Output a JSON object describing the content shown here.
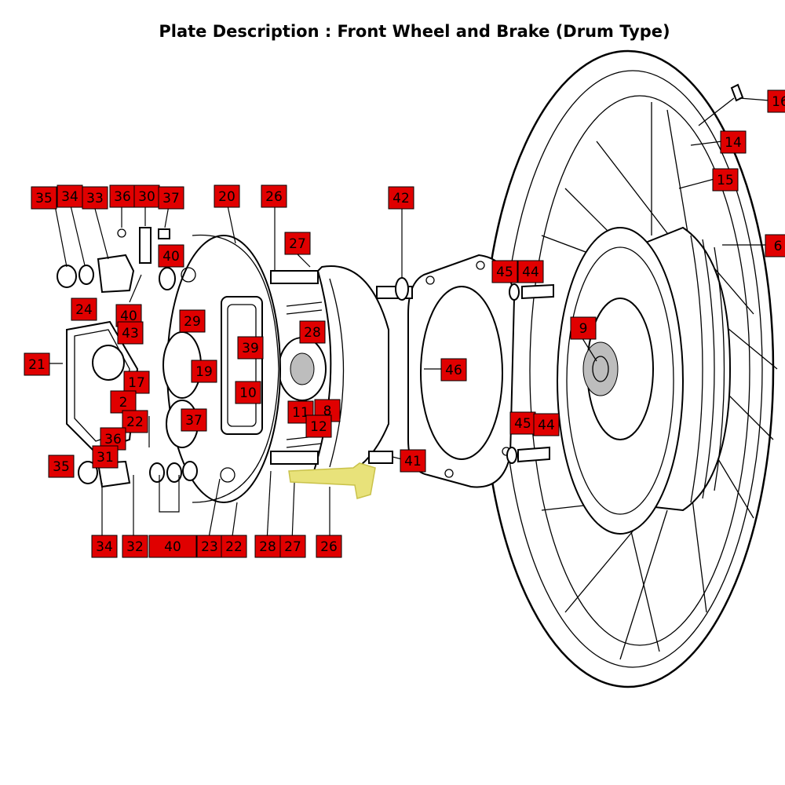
{
  "title": "Plate Description : Front Wheel and Brake (Drum Type)",
  "highlight_color": "#e8e27a",
  "callout_color": "#e00000",
  "callouts": [
    "35",
    "34",
    "33",
    "36",
    "30",
    "37",
    "40",
    "24",
    "40",
    "43",
    "29",
    "21",
    "17",
    "2",
    "22",
    "36",
    "31",
    "35",
    "34",
    "32",
    "40",
    "23",
    "22",
    "20",
    "26",
    "27",
    "28",
    "39",
    "19",
    "10",
    "37",
    "11",
    "8",
    "12",
    "28",
    "27",
    "26",
    "42",
    "41",
    "46",
    "45",
    "44",
    "45",
    "44",
    "9",
    "14",
    "15",
    "6",
    "16"
  ]
}
